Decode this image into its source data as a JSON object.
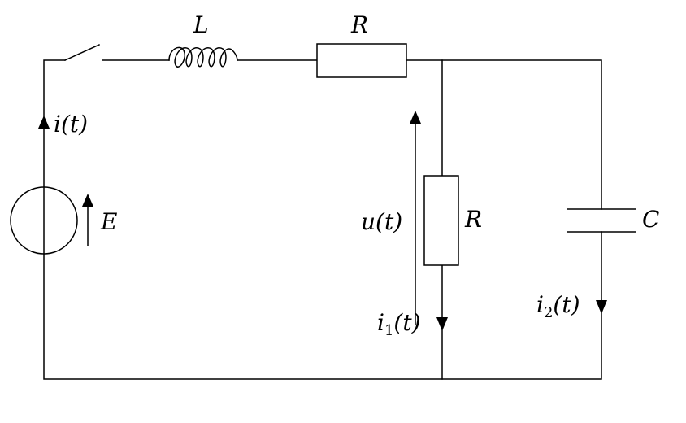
{
  "labels": {
    "inductor": "L",
    "resistor_series": "R",
    "resistor_shunt": "R",
    "capacitor": "C",
    "source": "E",
    "current_total": "i(t)",
    "voltage": "u(t)",
    "current_branch1": {
      "base": "i",
      "sub": "1",
      "arg": "(t)"
    },
    "current_branch2": {
      "base": "i",
      "sub": "2",
      "arg": "(t)"
    }
  }
}
